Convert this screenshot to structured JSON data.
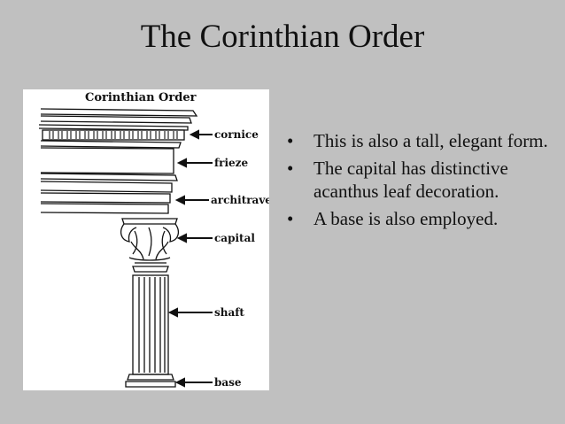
{
  "slide": {
    "title": "The Corinthian Order"
  },
  "figure": {
    "heading": "Corinthian Order",
    "labels": {
      "cornice": "cornice",
      "frieze": "frieze",
      "architrave": "architrave",
      "capital": "capital",
      "shaft": "shaft",
      "base": "base"
    }
  },
  "bullets": [
    "This is also a tall, elegant form.",
    "The capital has distinctive acanthus leaf decoration.",
    "A base is also employed."
  ],
  "colors": {
    "background": "#c0c0c0",
    "figure_background": "#ffffff",
    "ink": "#111111"
  }
}
